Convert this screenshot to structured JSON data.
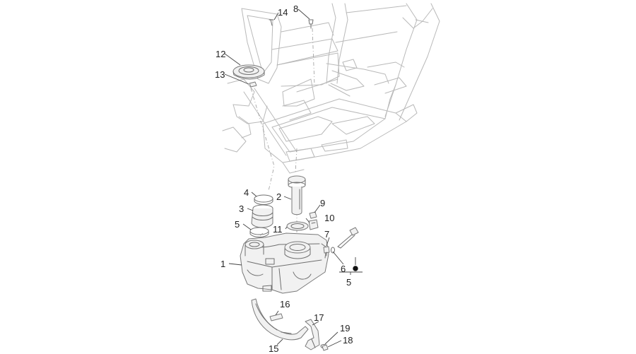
{
  "callouts": [
    {
      "id": "c14",
      "text": "14"
    },
    {
      "id": "c8",
      "text": "8"
    },
    {
      "id": "c12",
      "text": "12"
    },
    {
      "id": "c13",
      "text": "13"
    },
    {
      "id": "c4",
      "text": "4"
    },
    {
      "id": "c2",
      "text": "2"
    },
    {
      "id": "c9",
      "text": "9"
    },
    {
      "id": "c3",
      "text": "3"
    },
    {
      "id": "c10",
      "text": "10"
    },
    {
      "id": "c5a",
      "text": "5"
    },
    {
      "id": "c11",
      "text": "11"
    },
    {
      "id": "c7",
      "text": "7"
    },
    {
      "id": "c1",
      "text": "1"
    },
    {
      "id": "c6",
      "text": "6"
    },
    {
      "id": "c5b",
      "text": "5"
    },
    {
      "id": "c16",
      "text": "16"
    },
    {
      "id": "c17",
      "text": "17"
    },
    {
      "id": "c19",
      "text": "19"
    },
    {
      "id": "c18",
      "text": "18"
    },
    {
      "id": "c15",
      "text": "15"
    }
  ]
}
